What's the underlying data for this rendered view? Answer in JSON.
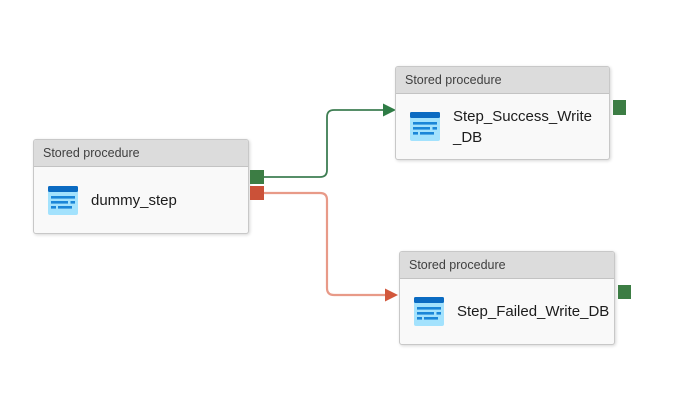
{
  "diagram": {
    "kind": "job-step-flow",
    "nodes": [
      {
        "id": "dummy_step",
        "type_label": "Stored procedure",
        "name": "dummy_step"
      },
      {
        "id": "step_success_write_db",
        "type_label": "Stored procedure",
        "name": "Step_Success_Write_DB"
      },
      {
        "id": "step_failed_write_db",
        "type_label": "Stored procedure",
        "name": "Step_Failed_Write_DB"
      }
    ],
    "connectors": [
      {
        "from": "dummy_step",
        "to": "step_success_write_db",
        "condition": "on-success",
        "color": "#3e7e53"
      },
      {
        "from": "dummy_step",
        "to": "step_failed_write_db",
        "condition": "on-failure",
        "color": "#e89a88"
      }
    ],
    "ports": [
      {
        "node": "dummy_step",
        "side": "right",
        "kind": "success-output"
      },
      {
        "node": "dummy_step",
        "side": "right",
        "kind": "failure-output"
      },
      {
        "node": "step_success_write_db",
        "side": "right",
        "kind": "success-output"
      },
      {
        "node": "step_failed_write_db",
        "side": "right",
        "kind": "success-output"
      }
    ],
    "icon": "stored-procedure-icon"
  },
  "colors": {
    "css_vars": {
      "canvas-bg": "#ffffff",
      "node-bg": "#f9f9f9",
      "node-border": "#c8c8c8",
      "header-bg": "#dcdcdc",
      "header-text": "#404040",
      "label-text": "#1c1c1c",
      "success-line": "#3e7e53",
      "success-arrow": "#2e7c45",
      "success-port": "#3c7d44",
      "failure-line": "#e89a88",
      "failure-arrow": "#d2573b",
      "failure-port": "#cb5138",
      "icon-bg": "#a3e2fd",
      "icon-bar": "#0b6bc2",
      "icon-line": "#1a86d8"
    }
  }
}
